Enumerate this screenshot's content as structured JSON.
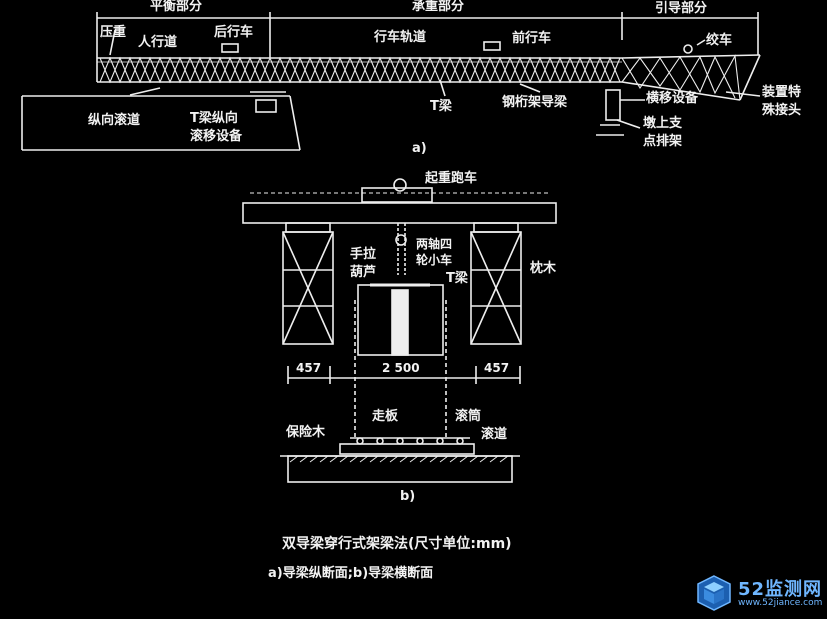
{
  "figure_a": {
    "sections": {
      "balance": "平衡部分",
      "load": "承重部分",
      "guide": "引导部分"
    },
    "labels": {
      "counterweight": "压重",
      "walkway": "人行道",
      "rear_trolley": "后行车",
      "track": "行车轨道",
      "front_trolley": "前行车",
      "winch": "绞车",
      "longitudinal_rail": "纵向滚道",
      "t_beam_move": "T梁纵向",
      "t_beam_move2": "滚移设备",
      "t_beam": "T梁",
      "truss_beam": "钢桁架导梁",
      "lateral_device": "横移设备",
      "special_joint": "装置特",
      "special_joint2": "殊接头",
      "pier_support": "墩上支",
      "pier_support2": "点排架"
    },
    "id": "a)"
  },
  "figure_b": {
    "labels": {
      "crane_trolley": "起重跑车",
      "hand_hoist": "手拉",
      "hand_hoist2": "葫芦",
      "two_axle": "两轴四",
      "two_axle2": "轮小车",
      "t_beam": "T梁",
      "sleeper": "枕木",
      "dim_left": "457",
      "dim_mid": "2 500",
      "dim_right": "457",
      "safety_wood": "保险木",
      "walk_board": "走板",
      "roller": "滚筒",
      "rail": "滚道"
    },
    "id": "b)"
  },
  "caption": {
    "title": "双导梁穿行式架梁法(尺寸单位:mm)",
    "subtitle": "a)导梁纵断面;b)导梁横断面"
  },
  "watermark": {
    "brand": "52监测网",
    "url": "www.52jiance.com"
  }
}
